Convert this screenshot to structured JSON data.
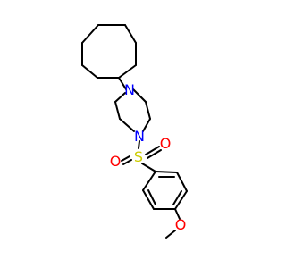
{
  "molecule": {
    "atoms": [
      {
        "id": "n1",
        "symbol": "N",
        "color": "#0000FF"
      },
      {
        "id": "n2",
        "symbol": "N",
        "color": "#0000FF"
      },
      {
        "id": "s1",
        "symbol": "S",
        "color": "#CCCC00"
      },
      {
        "id": "o1",
        "symbol": "O",
        "color": "#FF0000"
      },
      {
        "id": "o2",
        "symbol": "O",
        "color": "#FF0000"
      },
      {
        "id": "o3",
        "symbol": "O",
        "color": "#FF0000"
      }
    ],
    "bond_color": "#000000"
  }
}
